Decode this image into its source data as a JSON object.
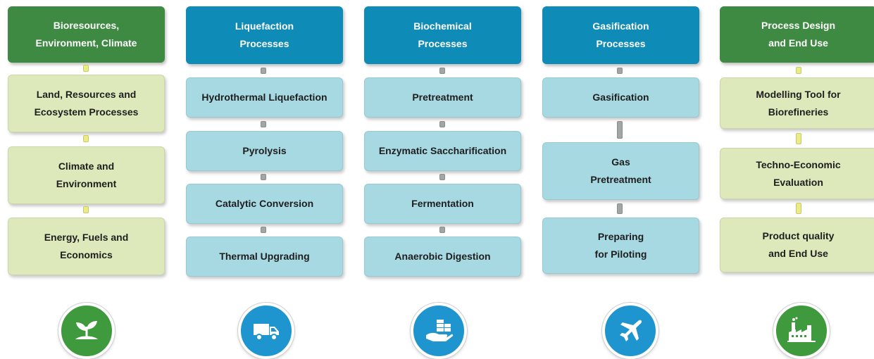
{
  "columns": [
    {
      "header": "Bioresources,\nEnvironment, Climate",
      "header_color": "#3f8a43",
      "items": [
        "Land, Resources and\nEcosystem Processes",
        "Climate and\nEnvironment",
        "Energy, Fuels and\nEconomics"
      ],
      "item_color": "#dde9bb",
      "icon": "plant-sprout-icon"
    },
    {
      "header": "Liquefaction\nProcesses",
      "header_color": "#0f8bb8",
      "items": [
        "Hydrothermal Liquefaction",
        "Pyrolysis",
        "Catalytic Conversion",
        "Thermal Upgrading"
      ],
      "item_color": "#a7d9e3",
      "icon": "truck-icon"
    },
    {
      "header": "Biochemical\nProcesses",
      "header_color": "#0f8bb8",
      "items": [
        "Pretreatment",
        "Enzymatic Saccharification",
        "Fermentation",
        "Anaerobic Digestion"
      ],
      "item_color": "#a7d9e3",
      "icon": "hand-coins-icon"
    },
    {
      "header": "Gasification\nProcesses",
      "header_color": "#0f8bb8",
      "items": [
        "Gasification",
        "Gas\nPretreatment",
        "Preparing\nfor Piloting"
      ],
      "item_color": "#a7d9e3",
      "icon": "airplane-icon"
    },
    {
      "header": "Process Design\nand End Use",
      "header_color": "#3f8a43",
      "items": [
        "Modelling Tool for\nBiorefineries",
        "Techno-Economic\nEvaluation",
        "Product quality\nand End Use"
      ],
      "item_color": "#dde9bb",
      "icon": "factory-icon"
    }
  ]
}
